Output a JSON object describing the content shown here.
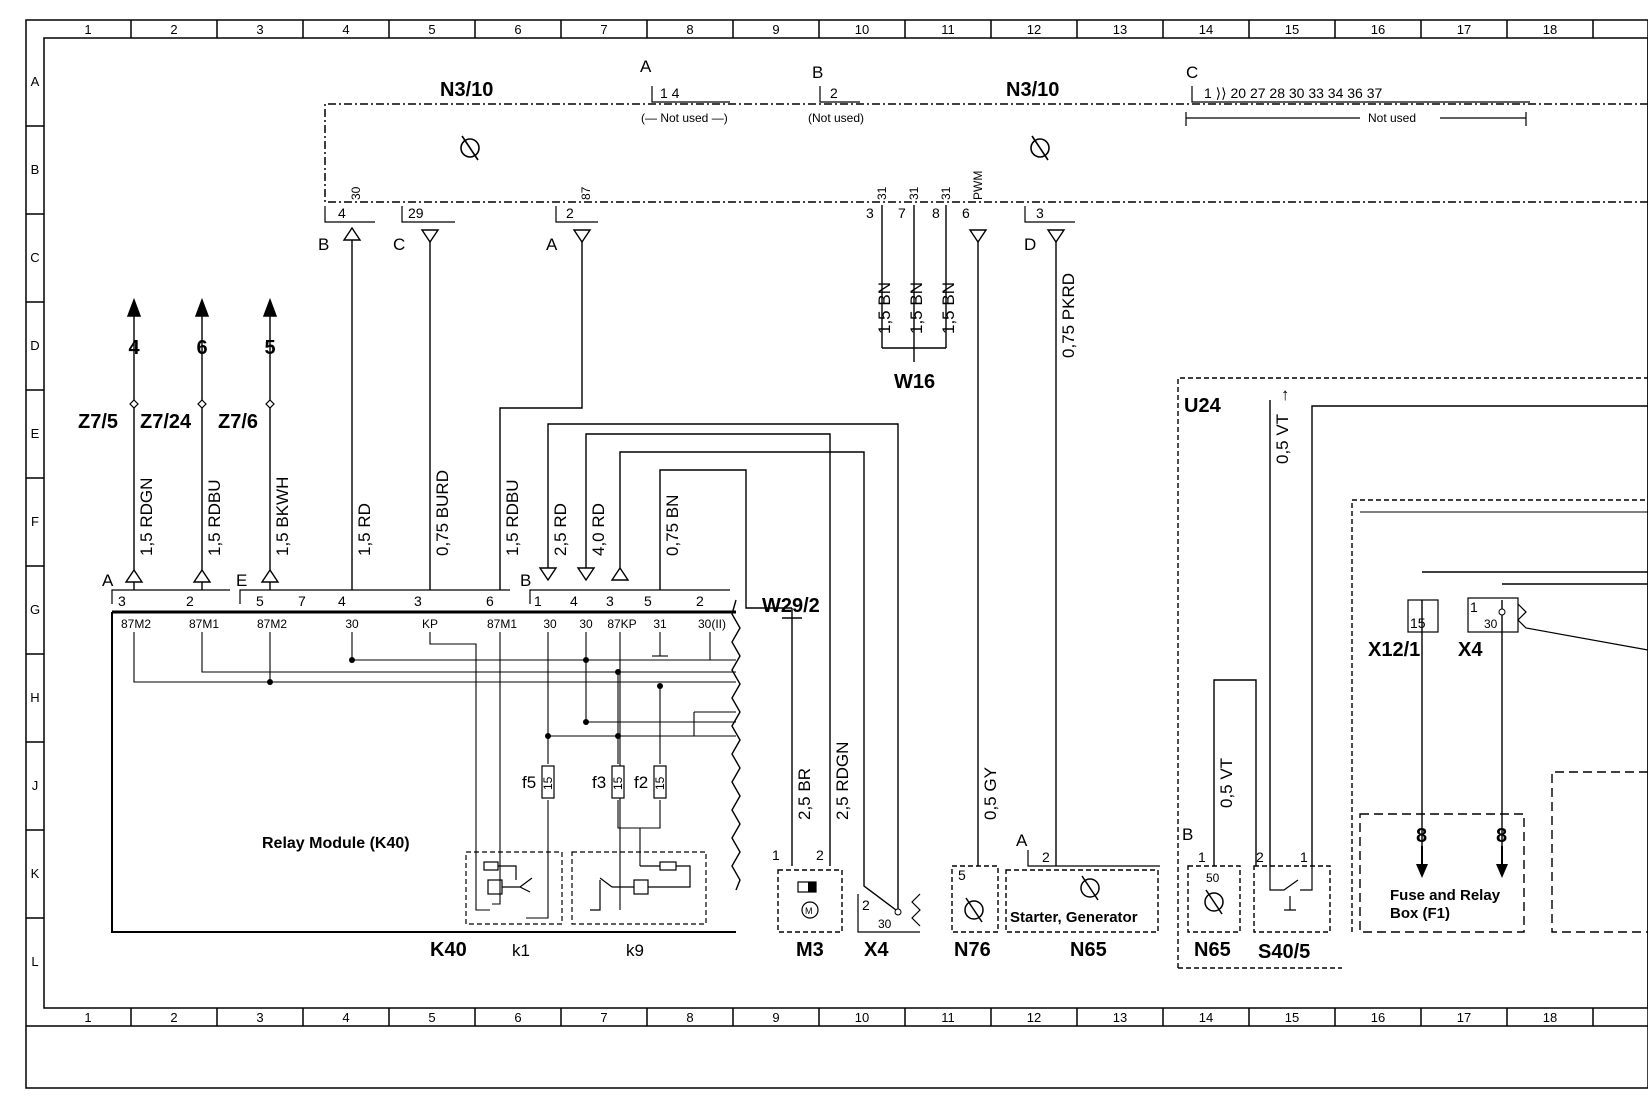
{
  "grid": {
    "columns": [
      "1",
      "2",
      "3",
      "4",
      "5",
      "6",
      "7",
      "8",
      "9",
      "10",
      "11",
      "12",
      "13",
      "14",
      "15",
      "16",
      "17",
      "18"
    ],
    "rows": [
      "A",
      "B",
      "C",
      "D",
      "E",
      "F",
      "G",
      "H",
      "J",
      "K",
      "L"
    ]
  },
  "n3_10": {
    "label_left": "N3/10",
    "label_right": "N3/10",
    "conn_a": {
      "letter": "A",
      "pins": "1  4",
      "note": "(— Not used —)"
    },
    "conn_b": {
      "letter": "B",
      "pins": "2",
      "note": "(Not used)"
    },
    "conn_c": {
      "letter": "C",
      "pins": "1  ⟩⟩  20  27  28  30  33  34  36  37",
      "note": "Not used"
    },
    "pins": [
      {
        "num": "4",
        "term": "30"
      },
      {
        "num": "29",
        "term": ""
      },
      {
        "num": "2",
        "term": "87"
      },
      {
        "num": "3",
        "term": "31"
      },
      {
        "num": "7",
        "term": "31"
      },
      {
        "num": "8",
        "term": "31"
      },
      {
        "num": "6",
        "term": "PWM"
      },
      {
        "num": "3",
        "term": ""
      }
    ],
    "conn_letters": [
      "B",
      "C",
      "A",
      "D"
    ]
  },
  "outputs": [
    {
      "num": "4",
      "splice": "Z7/5",
      "wire": "1,5 RDGN"
    },
    {
      "num": "6",
      "splice": "Z7/24",
      "wire": "1,5 RDBU"
    },
    {
      "num": "5",
      "splice": "Z7/6",
      "wire": "1,5 BKWH"
    }
  ],
  "wires": {
    "rd_a": "1,5 RD",
    "burd": "0,75 BURD",
    "rdbu": "1,5 RDBU",
    "rd_b": "2,5 RD",
    "rd_c": "4,0 RD",
    "bn_a": "0,75 BN",
    "bn1": "1,5 BN",
    "bn2": "1,5 BN",
    "bn3": "1,5 BN",
    "gy": "0,5 GY",
    "pkrd": "0,75 PKRD",
    "br": "2,5 BR",
    "rdgn": "2,5 RDGN",
    "vt_top": "0,5 VT",
    "vt_arrow": "→",
    "vt_low": "0,5 VT"
  },
  "ground_point": "W16",
  "ground_w29": "W29/2",
  "k40": {
    "label": "K40",
    "title": "Relay Module (K40)",
    "conn_letters": [
      "A",
      "E",
      "B"
    ],
    "pins": [
      {
        "num": "3",
        "term": "87M2"
      },
      {
        "num": "2",
        "term": "87M1"
      },
      {
        "num": "5",
        "term": "87M2"
      },
      {
        "num": "7",
        "term": ""
      },
      {
        "num": "4",
        "term": "30"
      },
      {
        "num": "3",
        "term": "KP"
      },
      {
        "num": "6",
        "term": "87M1"
      },
      {
        "num": "1",
        "term": "30"
      },
      {
        "num": "4",
        "term": "30"
      },
      {
        "num": "3",
        "term": "87KP"
      },
      {
        "num": "5",
        "term": "31"
      },
      {
        "num": "2",
        "term": "30(II)"
      }
    ],
    "fuses": [
      {
        "name": "f5",
        "rating": "15"
      },
      {
        "name": "f3",
        "rating": "15"
      },
      {
        "name": "f2",
        "rating": "15"
      }
    ],
    "relays": [
      "k1",
      "k9"
    ]
  },
  "m3": {
    "label": "M3",
    "pin1": "1",
    "pin2": "2"
  },
  "x4_left": {
    "label": "X4",
    "pin": "2",
    "term": "30"
  },
  "n76": {
    "label": "N76",
    "pin": "5"
  },
  "n65_main": {
    "label": "N65",
    "conn": "A",
    "pin": "2",
    "title": "Starter, Generator"
  },
  "u24": {
    "label": "U24"
  },
  "n65_right": {
    "label": "N65",
    "conn": "B",
    "pin": "1",
    "term": "50"
  },
  "s40_5": {
    "label": "S40/5",
    "pin_a": "2",
    "pin_b": "1"
  },
  "x12_1": {
    "label": "X12/1",
    "pin": "15"
  },
  "x4_right": {
    "label": "X4",
    "pin": "1",
    "term": "30"
  },
  "f1": {
    "title_line1": "Fuse and Relay",
    "title_line2": "Box (F1)",
    "out1": "8",
    "out2": "8"
  }
}
